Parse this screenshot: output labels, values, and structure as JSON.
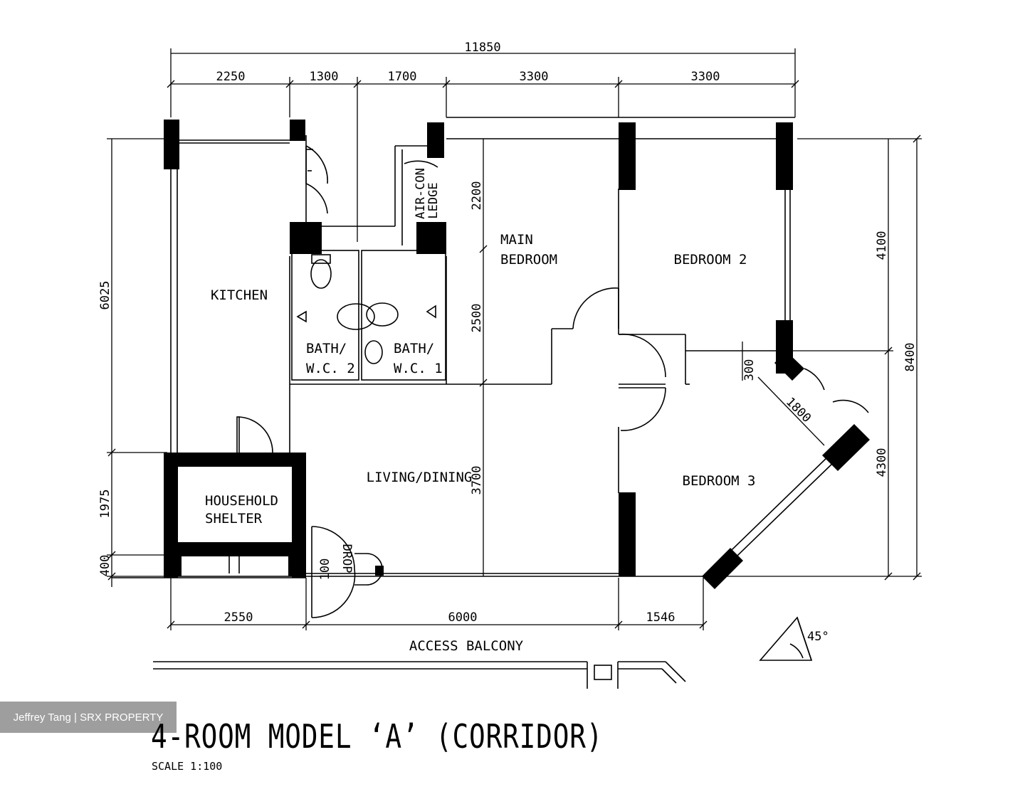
{
  "title": "4-ROOM MODEL ‘A’ (CORRIDOR)",
  "scale": "SCALE   1:100",
  "watermark": "Jeffrey Tang | SRX PROPERTY",
  "angle_label": "45°",
  "rooms": {
    "kitchen": "KITCHEN",
    "main_bedroom_1": "MAIN",
    "main_bedroom_2": "BEDROOM",
    "bedroom_2": "BEDROOM 2",
    "bedroom_3": "BEDROOM 3",
    "living_dining": "LIVING/DINING",
    "household_shelter_1": "HOUSEHOLD",
    "household_shelter_2": "SHELTER",
    "bath_wc2_1": "BATH/",
    "bath_wc2_2": "W.C. 2",
    "bath_wc1_1": "BATH/",
    "bath_wc1_2": "W.C. 1",
    "aircon_1": "AIR-CON",
    "aircon_2": "LEDGE",
    "access_balcony": "ACCESS BALCONY",
    "refuse_1": "100",
    "refuse_2": "DROP"
  },
  "dimensions": {
    "top_total": "11850",
    "top": [
      "2250",
      "1300",
      "1700",
      "3300",
      "3300"
    ],
    "bottom": [
      "2550",
      "6000",
      "1546"
    ],
    "left": [
      "6025",
      "1975",
      "400"
    ],
    "right": [
      "4100",
      "4300"
    ],
    "right_total": "8400",
    "inner_2200": "2200",
    "inner_2500": "2500",
    "inner_3700": "3700",
    "bay_300": "300",
    "bay_1800": "1800"
  }
}
